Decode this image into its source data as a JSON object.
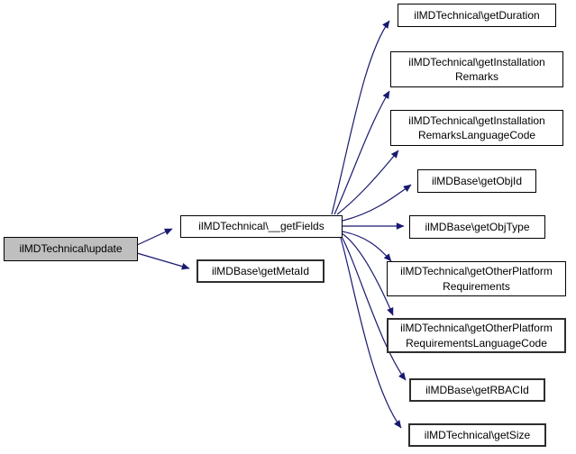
{
  "diagram": {
    "kind": "call-graph",
    "colors": {
      "background": "#ffffff",
      "edge": "#191970",
      "node_border": "#000000",
      "node_fill": "#ffffff",
      "highlight_fill": "#bfbfbf"
    },
    "nodes": {
      "update": {
        "label": "ilMDTechnical\\update",
        "highlighted": true
      },
      "getFields": {
        "label": "ilMDTechnical\\__getFields"
      },
      "getMetaId": {
        "label": "ilMDBase\\getMetaId"
      },
      "getDuration": {
        "label": "ilMDTechnical\\getDuration"
      },
      "getInstallationRemarks": {
        "label": "ilMDTechnical\\getInstallation\nRemarks"
      },
      "getInstallationRemarksLanguageCode": {
        "label": "ilMDTechnical\\getInstallation\nRemarksLanguageCode"
      },
      "getObjId": {
        "label": "ilMDBase\\getObjId"
      },
      "getObjType": {
        "label": "ilMDBase\\getObjType"
      },
      "getOtherPlatformRequirements": {
        "label": "ilMDTechnical\\getOtherPlatform\nRequirements"
      },
      "getOtherPlatformRequirementsLanguageCode": {
        "label": "ilMDTechnical\\getOtherPlatform\nRequirementsLanguageCode"
      },
      "getRBACId": {
        "label": "ilMDBase\\getRBACId"
      },
      "getSize": {
        "label": "ilMDTechnical\\getSize"
      }
    },
    "edges": [
      {
        "from": "update",
        "to": "getFields"
      },
      {
        "from": "update",
        "to": "getMetaId"
      },
      {
        "from": "getFields",
        "to": "getDuration"
      },
      {
        "from": "getFields",
        "to": "getInstallationRemarks"
      },
      {
        "from": "getFields",
        "to": "getInstallationRemarksLanguageCode"
      },
      {
        "from": "getFields",
        "to": "getObjId"
      },
      {
        "from": "getFields",
        "to": "getObjType"
      },
      {
        "from": "getFields",
        "to": "getOtherPlatformRequirements"
      },
      {
        "from": "getFields",
        "to": "getOtherPlatformRequirementsLanguageCode"
      },
      {
        "from": "getFields",
        "to": "getRBACId"
      },
      {
        "from": "getFields",
        "to": "getSize"
      }
    ]
  }
}
